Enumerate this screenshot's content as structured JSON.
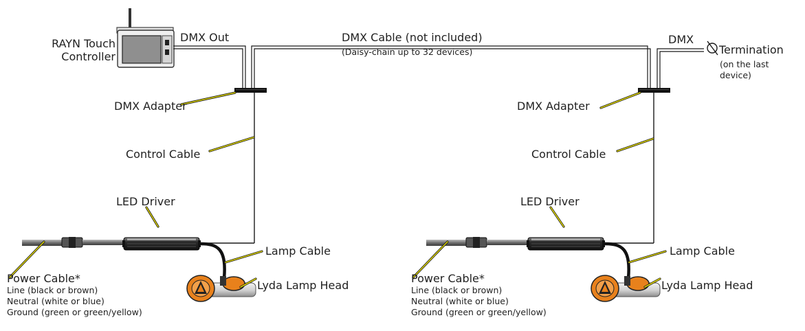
{
  "controller": {
    "name_line1": "RAYN Touch",
    "name_line2": "Controller",
    "out_label": "DMX Out"
  },
  "bus": {
    "cable_label": "DMX Cable (not included)",
    "cable_note": "(Daisy-chain up to 32 devices)"
  },
  "termination": {
    "in_label": "DMX",
    "label": "Termination",
    "note_line1": "(on the last",
    "note_line2": "device)"
  },
  "units": [
    {
      "adapter": "DMX Adapter",
      "control_cable": "Control Cable",
      "driver": "LED Driver",
      "lamp_cable": "Lamp Cable",
      "lamp_head": "Lyda Lamp Head",
      "power": {
        "title": "Power Cable*",
        "line": "Line (black or brown)",
        "neutral": "Neutral (white or blue)",
        "ground": "Ground (green or green/yellow)"
      }
    },
    {
      "adapter": "DMX Adapter",
      "control_cable": "Control Cable",
      "driver": "LED Driver",
      "lamp_cable": "Lamp Cable",
      "lamp_head": "Lyda Lamp Head",
      "power": {
        "title": "Power Cable*",
        "line": "Line (black or brown)",
        "neutral": "Neutral (white or blue)",
        "ground": "Ground (green or green/yellow)"
      }
    }
  ],
  "colors": {
    "leader": "#d9d000",
    "lamp_orange": "#e8811c",
    "wire": "#1a1a1a",
    "driver_body": "#2e2e2e"
  }
}
